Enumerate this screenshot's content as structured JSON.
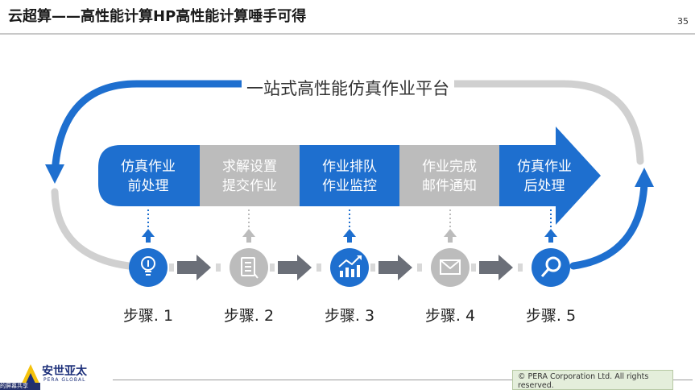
{
  "slide": {
    "title": "云超算——高性能计算HP高性能计算唾手可得",
    "page_number": "35",
    "platform_label": "一站式高性能仿真作业平台"
  },
  "stages": [
    {
      "line1": "仿真作业",
      "line2": "前处理",
      "color": "#1e6fcf"
    },
    {
      "line1": "求解设置",
      "line2": "提交作业",
      "color": "#bcbcbc"
    },
    {
      "line1": "作业排队",
      "line2": "作业监控",
      "color": "#1e6fcf"
    },
    {
      "line1": "作业完成",
      "line2": "邮件通知",
      "color": "#bcbcbc"
    },
    {
      "line1": "仿真作业",
      "line2": "后处理",
      "color": "#1e6fcf"
    }
  ],
  "steps": [
    {
      "label": "步骤. 1",
      "icon": "lightbulb-icon",
      "color": "#1e6fcf"
    },
    {
      "label": "步骤. 2",
      "icon": "document-icon",
      "color": "#bcbcbc"
    },
    {
      "label": "步骤. 3",
      "icon": "chart-trend-icon",
      "color": "#1e6fcf"
    },
    {
      "label": "步骤. 4",
      "icon": "envelope-icon",
      "color": "#bcbcbc"
    },
    {
      "label": "步骤. 5",
      "icon": "magnifier-icon",
      "color": "#1e6fcf"
    }
  ],
  "footer": {
    "logo_text": "安世亚太",
    "logo_sub": "PERA GLOBAL",
    "copyright": "© PERA Corporation Ltd. All rights reserved.",
    "left_tag": "的屏幕共享"
  },
  "colors": {
    "blue": "#1e6fcf",
    "gray": "#bcbcbc",
    "arrow_gray": "#6b6f78"
  }
}
